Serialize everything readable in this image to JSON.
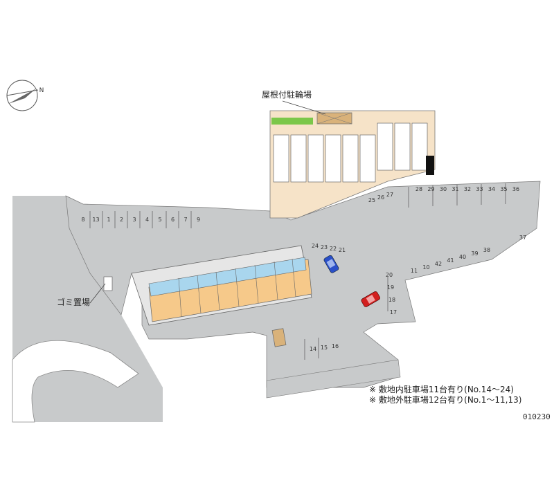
{
  "labels": {
    "bike_parking": "屋根付駐輪場",
    "garbage": "ゴミ置場",
    "compass_letter": "N",
    "notes": [
      "※ 敷地内駐車場11台有り(No.14〜24)",
      "※ 敷地外駐車場12台有り(No.1〜11,13)"
    ],
    "code": "010230"
  },
  "spaces": {
    "left_row": [
      "8",
      "13",
      "1",
      "2",
      "3",
      "4",
      "5",
      "6",
      "7",
      "9"
    ],
    "center_diag": [
      "24",
      "23",
      "22",
      "21"
    ],
    "right_col": [
      "20",
      "19",
      "18",
      "17"
    ],
    "bottom_row": [
      "14",
      "15",
      "16"
    ],
    "top_diag": [
      "25",
      "26",
      "27"
    ],
    "top_row": [
      "28",
      "29",
      "30",
      "31",
      "32",
      "33",
      "34",
      "35",
      "36"
    ],
    "right_end": [
      "37"
    ],
    "lower_row": [
      "11",
      "10",
      "42",
      "41",
      "40",
      "39",
      "38"
    ]
  },
  "colors": {
    "lot_gray": "#c8cacb",
    "beige": "#f6e3c8",
    "orange": "#f6c98a",
    "blue_unit": "#a9d6ee",
    "green": "#7bc74a",
    "car_blue": "#2a4fc8",
    "car_red": "#d21f1f"
  }
}
